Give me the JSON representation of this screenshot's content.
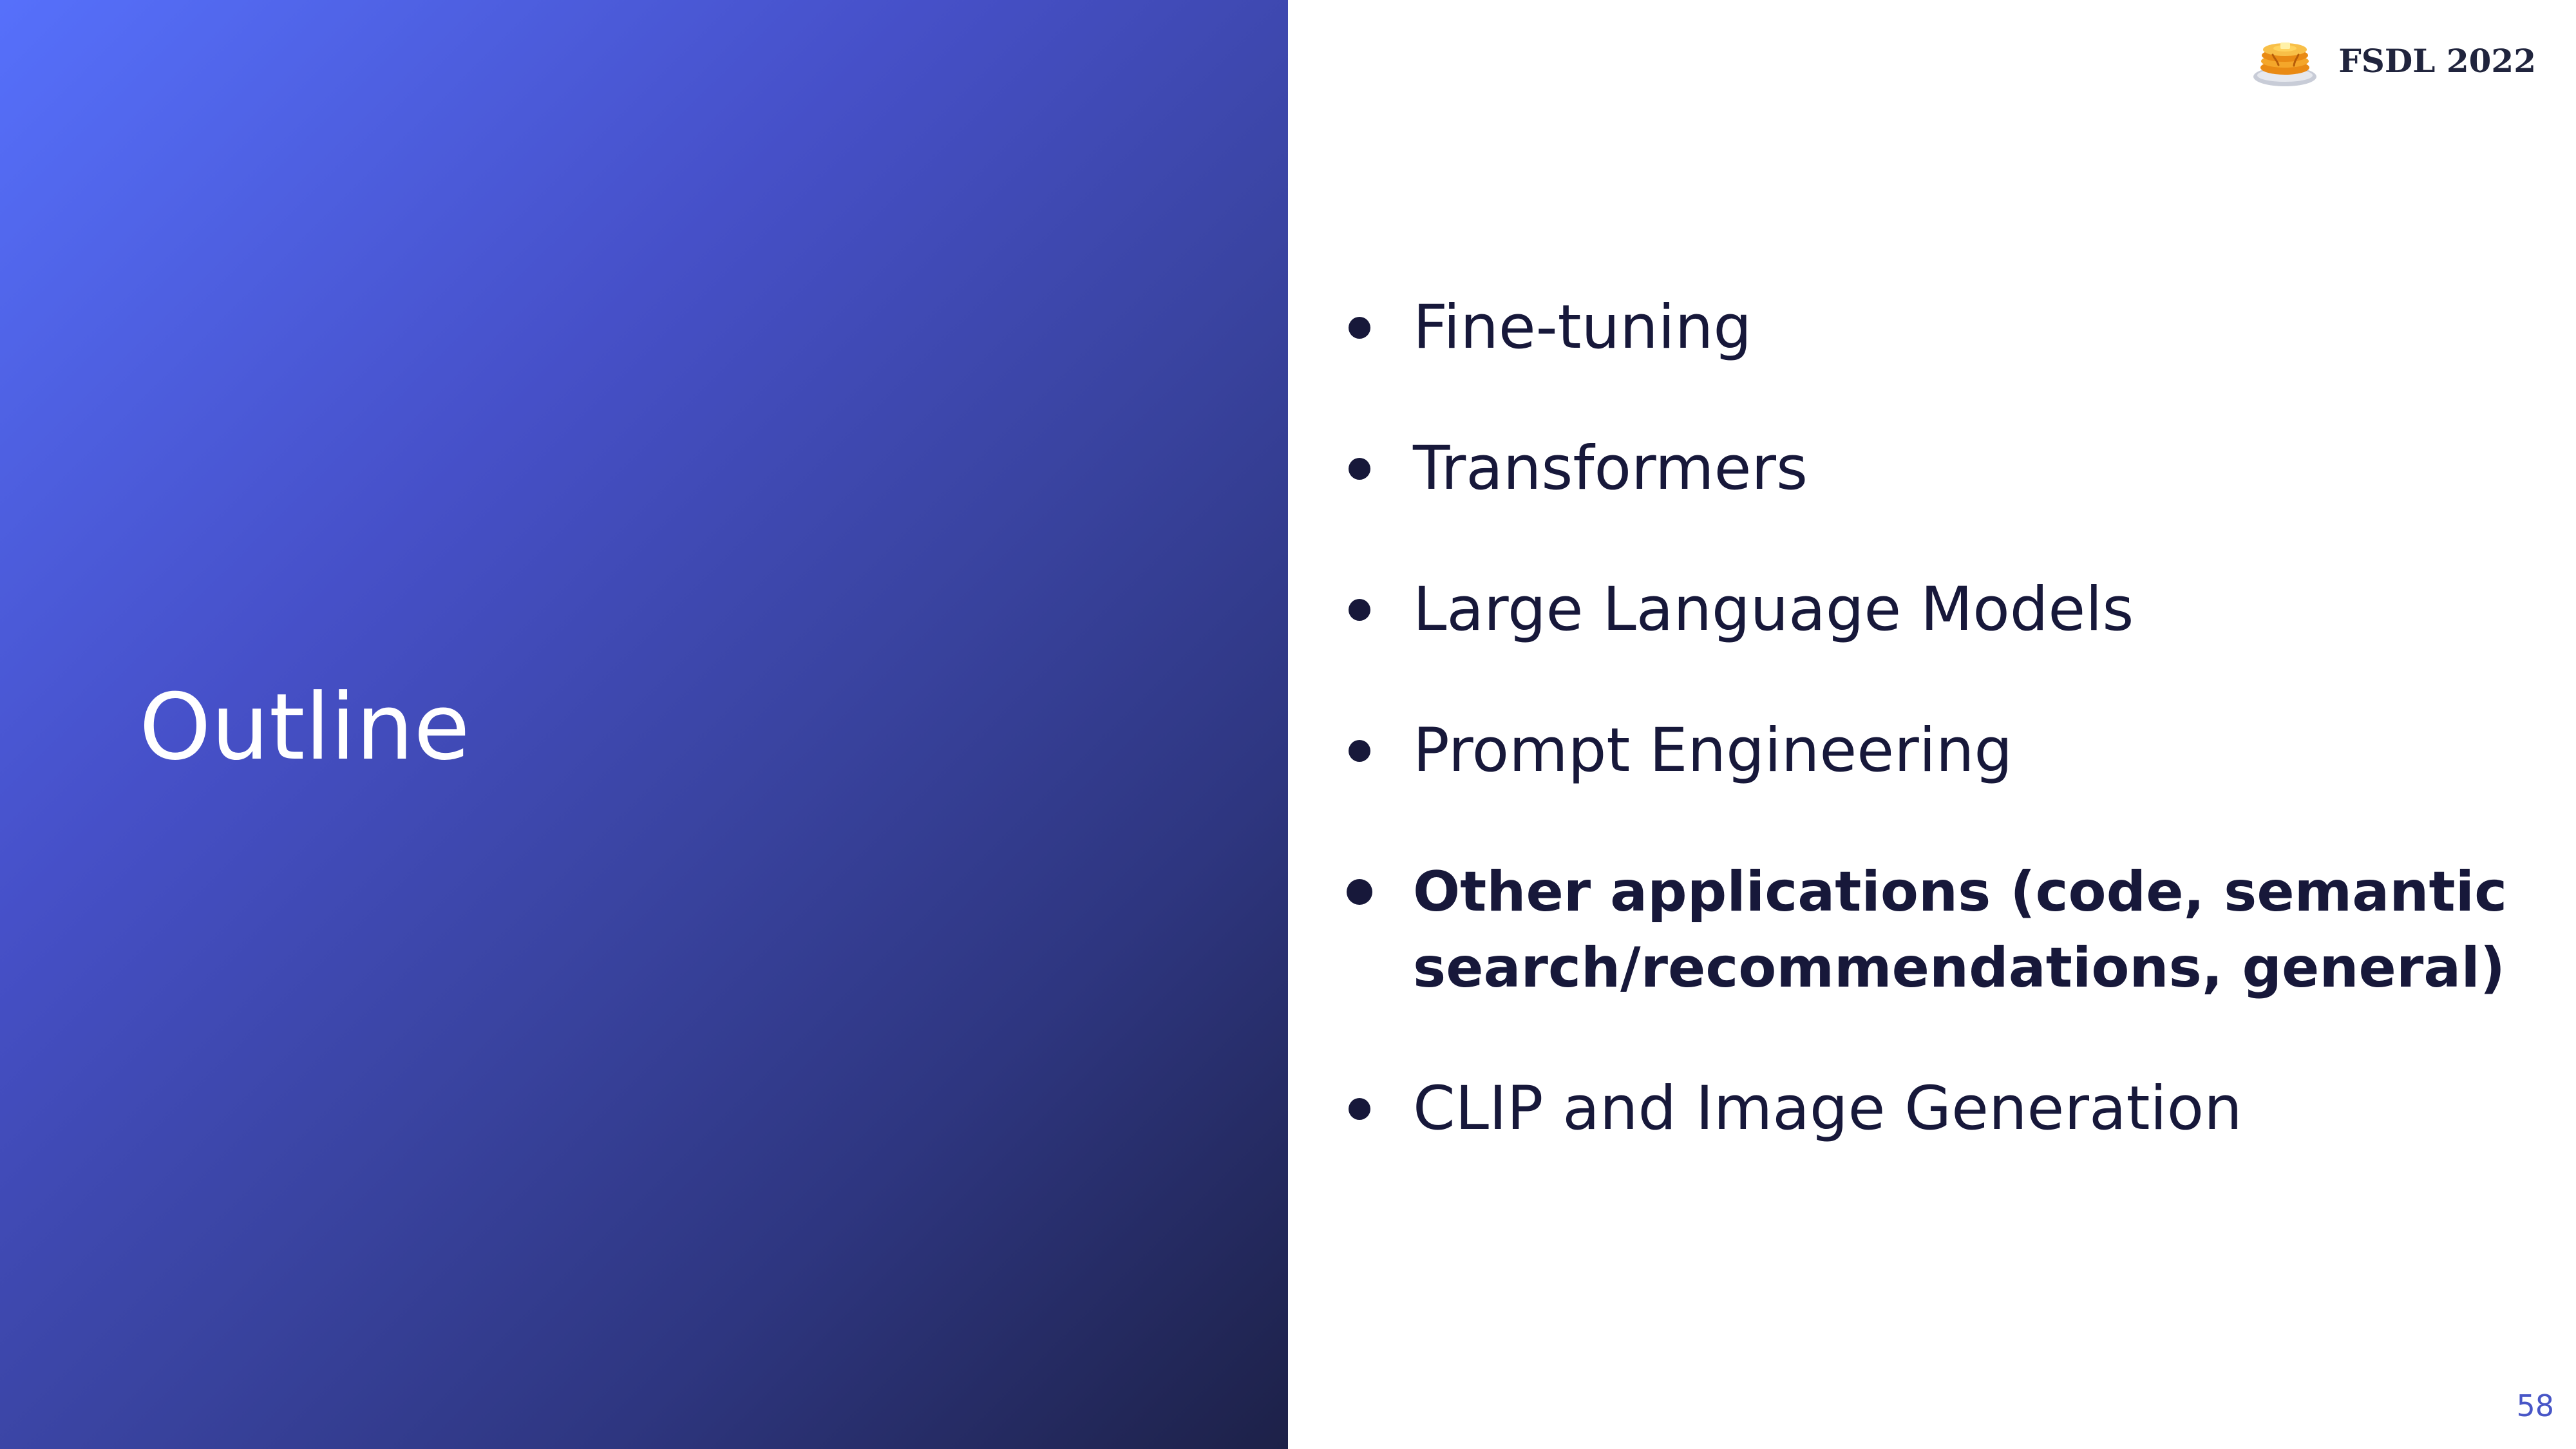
{
  "slide": {
    "title": "Outline",
    "brand": {
      "text": "FSDL 2022",
      "logo_icon": "pancake-stack-icon"
    },
    "items": [
      {
        "label": "Fine-tuning",
        "emphasis": false
      },
      {
        "label": "Transformers",
        "emphasis": false
      },
      {
        "label": "Large Language Models",
        "emphasis": false
      },
      {
        "label": "Prompt Engineering",
        "emphasis": false
      },
      {
        "label": "Other applications (code, semantic search/recommendations, general)",
        "emphasis": true
      },
      {
        "label": "CLIP and Image Generation",
        "emphasis": false
      }
    ],
    "page_number": "58",
    "colors": {
      "gradient_start": "#5670fb",
      "gradient_end": "#1d2148",
      "text_dark": "#17183a",
      "page_number": "#4856c7"
    }
  }
}
